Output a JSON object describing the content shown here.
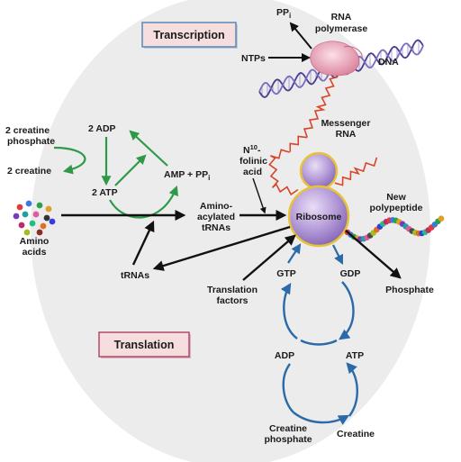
{
  "labels": {
    "transcription": "Transcription",
    "translation": "Translation",
    "ppi_top_main": "PP",
    "ppi_top_sub": "i",
    "rna_polymerase_line1": "RNA",
    "rna_polymerase_line2": "polymerase",
    "ntps": "NTPs",
    "dna": "DNA",
    "messenger_rna_line1": "Messenger",
    "messenger_rna_line2": "RNA",
    "creatine_phosphate_left_line1": "2 creatine",
    "creatine_phosphate_left_line2": "phosphate",
    "creatine_left": "2 creatine",
    "adp_2": "2 ADP",
    "atp_2": "2 ATP",
    "amp_ppi_main": "AMP + PP",
    "amp_ppi_sub": "i",
    "folinic_line1_main": "N",
    "folinic_line1_sup": "10",
    "folinic_line1_tail": "-",
    "folinic_line2": "folinic",
    "folinic_line3": "acid",
    "amino_acids_line1": "Amino",
    "amino_acids_line2": "acids",
    "aminoacylated_line1": "Amino-",
    "aminoacylated_line2": "acylated",
    "aminoacylated_line3": "tRNAs",
    "ribosome": "Ribosome",
    "new_polypeptide_line1": "New",
    "new_polypeptide_line2": "polypeptide",
    "trnas": "tRNAs",
    "translation_factors_line1": "Translation",
    "translation_factors_line2": "factors",
    "gtp": "GTP",
    "gdp": "GDP",
    "phosphate": "Phosphate",
    "adp": "ADP",
    "atp": "ATP",
    "creatine_phosphate_bottom_line1": "Creatine",
    "creatine_phosphate_bottom_line2": "phosphate",
    "creatine_bottom": "Creatine"
  },
  "colors": {
    "background_oval": "#ececec",
    "label_box_fill": "#f6dede",
    "transcription_box_border": "#5a86b8",
    "translation_box_border": "#b04a6a",
    "green_cycle": "#2e9a48",
    "blue_cycle": "#2a6aa8",
    "mrna": "#d8462a",
    "dna_strand_a": "#4a3c90",
    "dna_strand_b": "#7a6cc0",
    "ribosome_fill": "#b49ad8",
    "ribosome_outline": "#e8c23a",
    "polymerase": "#e8a8b8"
  },
  "icons": {
    "ribosome_large": "ribosome-large-subunit-icon",
    "ribosome_small": "ribosome-small-subunit-icon",
    "polymerase": "rna-polymerase-icon",
    "dna": "dna-helix-icon",
    "amino_acid_cluster": "amino-acid-dots-icon",
    "polypeptide_chain": "polypeptide-beads-icon"
  }
}
